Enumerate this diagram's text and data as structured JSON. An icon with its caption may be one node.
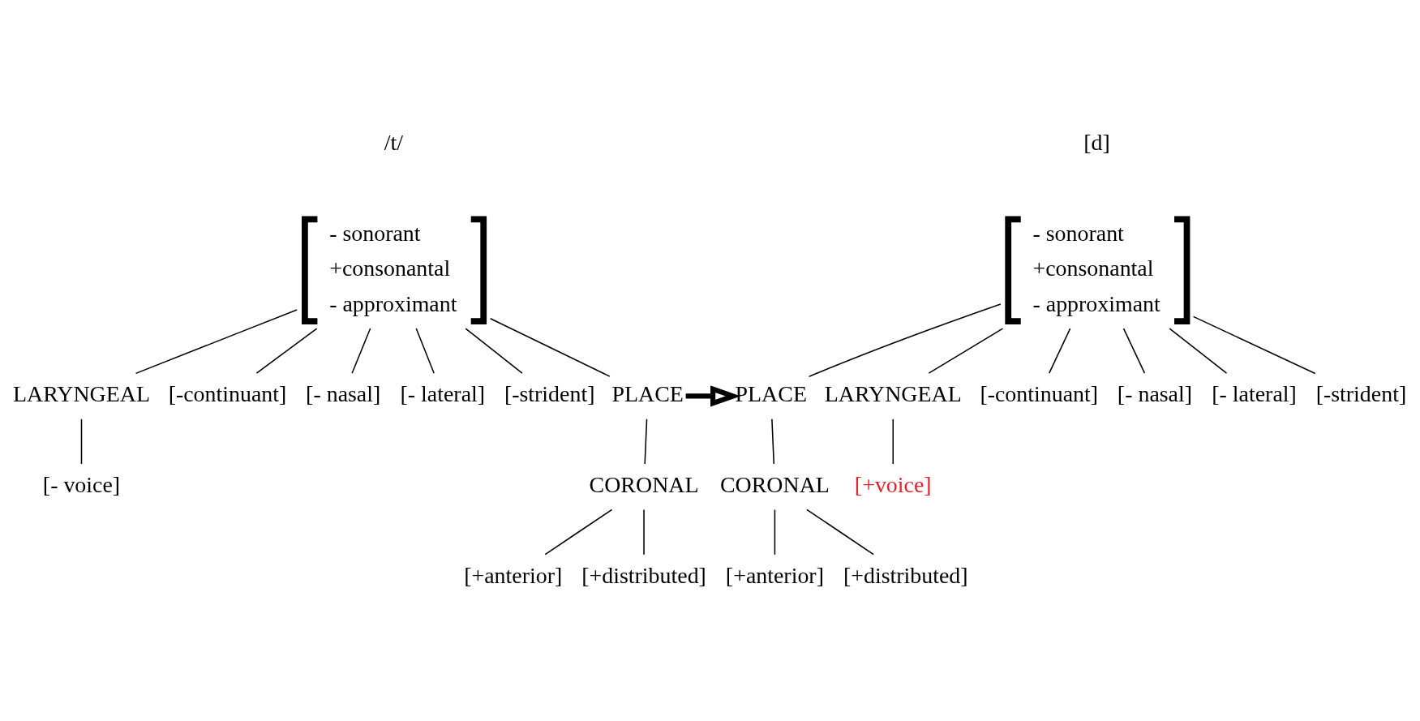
{
  "diagram": {
    "nodes": [
      {
        "text": [
          "- sonorant",
          "+consonantal",
          "- approximant"
        ]
      },
      {
        "text": [
          "LARYNGEAL"
        ]
      },
      {
        "text": [
          "[- voice]"
        ]
      },
      {
        "text": [
          "[-continuant]"
        ]
      },
      {
        "text": [
          "[- nasal]"
        ]
      },
      {
        "text": [
          "[- lateral]"
        ]
      },
      {
        "text": [
          "[-strident]"
        ]
      },
      {
        "text": [
          "PLACE"
        ]
      },
      {
        "text": [
          "CORONAL"
        ]
      },
      {
        "text": [
          "[+anterior]"
        ]
      },
      {
        "text": [
          "[+distributed]"
        ]
      },
      {
        "text": [
          "- sonorant",
          "+consonantal",
          "- approximant"
        ]
      },
      {
        "text": [
          "LARYNGEAL"
        ]
      },
      {
        "text": [
          "[+voice]"
        ]
      },
      {
        "text": [
          "[-continuant]"
        ]
      },
      {
        "text": [
          "[- nasal]"
        ]
      },
      {
        "text": [
          "[- lateral]"
        ]
      },
      {
        "text": [
          "[-strident]"
        ]
      },
      {
        "text": [
          "PLACE"
        ]
      },
      {
        "text": [
          "CORONAL"
        ]
      },
      {
        "text": [
          "[+anterior]"
        ]
      },
      {
        "text": [
          "[+distributed]"
        ]
      }
    ],
    "edges": [
      {
        "from": 0,
        "to": 1,
        "arrow": "none"
      },
      {
        "from": 1,
        "to": 2,
        "arrow": "none"
      },
      {
        "from": 0,
        "to": 7,
        "arrow": "none"
      },
      {
        "from": 0,
        "to": 3,
        "arrow": "none"
      },
      {
        "from": 0,
        "to": 4,
        "arrow": "none"
      },
      {
        "from": 0,
        "to": 5,
        "arrow": "none"
      },
      {
        "from": 0,
        "to": 6,
        "arrow": "none"
      },
      {
        "from": 7,
        "to": 8,
        "arrow": "none"
      },
      {
        "from": 8,
        "to": 9,
        "arrow": "none"
      },
      {
        "from": 8,
        "to": 10,
        "arrow": "none"
      },
      {
        "from": 11,
        "to": 12,
        "arrow": "none"
      },
      {
        "from": 12,
        "to": 13,
        "arrow": "none"
      },
      {
        "from": 11,
        "to": 18,
        "arrow": "none"
      },
      {
        "from": 11,
        "to": 14,
        "arrow": "none"
      },
      {
        "from": 11,
        "to": 15,
        "arrow": "none"
      },
      {
        "from": 11,
        "to": 16,
        "arrow": "none"
      },
      {
        "from": 11,
        "to": 17,
        "arrow": "none"
      },
      {
        "from": 18,
        "to": 19,
        "arrow": "none"
      },
      {
        "from": 19,
        "to": 20,
        "arrow": "none"
      },
      {
        "from": 19,
        "to": 21,
        "arrow": "none"
      },
      {
        "from": 7,
        "to": 18,
        "arrow": "to",
        "style": "thick"
      }
    ],
    "labels": [
      "/t/",
      "[d]"
    ]
  }
}
